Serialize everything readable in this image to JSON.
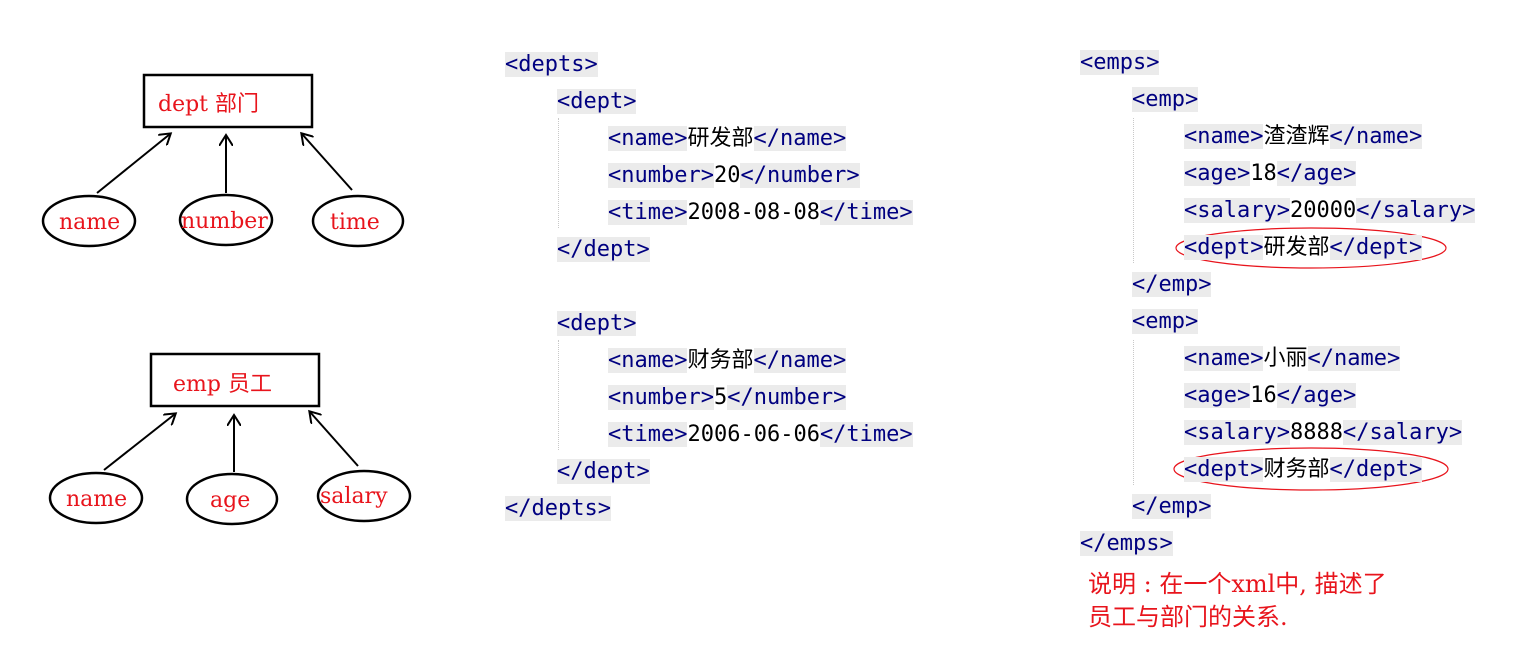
{
  "entities": {
    "dept": {
      "label": "dept 部门",
      "attrs": [
        "name",
        "number",
        "time"
      ]
    },
    "emp": {
      "label": "emp 员工",
      "attrs": [
        "name",
        "age",
        "salary"
      ]
    }
  },
  "depts_xml": [
    {
      "open": "<depts>"
    },
    {
      "open": "<dept>"
    },
    {
      "open": "<name>",
      "text": "研发部",
      "close": "</name>"
    },
    {
      "open": "<number>",
      "text": "20",
      "close": "</number>"
    },
    {
      "open": "<time>",
      "text": "2008-08-08",
      "close": "</time>"
    },
    {
      "open": "</dept>"
    },
    {
      "open": "<dept>"
    },
    {
      "open": "<name>",
      "text": "财务部",
      "close": "</name>"
    },
    {
      "open": "<number>",
      "text": "5",
      "close": "</number>"
    },
    {
      "open": "<time>",
      "text": "2006-06-06",
      "close": "</time>"
    },
    {
      "open": "</dept>"
    },
    {
      "open": "</depts>"
    }
  ],
  "emps_xml": [
    {
      "open": "<emps>"
    },
    {
      "open": "<emp>"
    },
    {
      "open": "<name>",
      "text": "渣渣辉",
      "close": "</name>"
    },
    {
      "open": "<age>",
      "text": "18",
      "close": "</age>"
    },
    {
      "open": "<salary>",
      "text": "20000",
      "close": "</salary>"
    },
    {
      "open": "<dept>",
      "text": "研发部",
      "close": "</dept>"
    },
    {
      "open": "</emp>"
    },
    {
      "open": "<emp>"
    },
    {
      "open": "<name>",
      "text": "小丽",
      "close": "</name>"
    },
    {
      "open": "<age>",
      "text": "16",
      "close": "</age>"
    },
    {
      "open": "<salary>",
      "text": "8888",
      "close": "</salary>"
    },
    {
      "open": "<dept>",
      "text": "财务部",
      "close": "</dept>"
    },
    {
      "open": "</emp>"
    },
    {
      "open": "</emps>"
    }
  ],
  "note": {
    "line1": "说明 : 在一个xml中, 描述了",
    "line2": "员工与部门的关系."
  },
  "colors": {
    "annotation": "#e8141c",
    "tag": "#000080",
    "tag_bg": "#ebebeb",
    "text": "#000000"
  }
}
